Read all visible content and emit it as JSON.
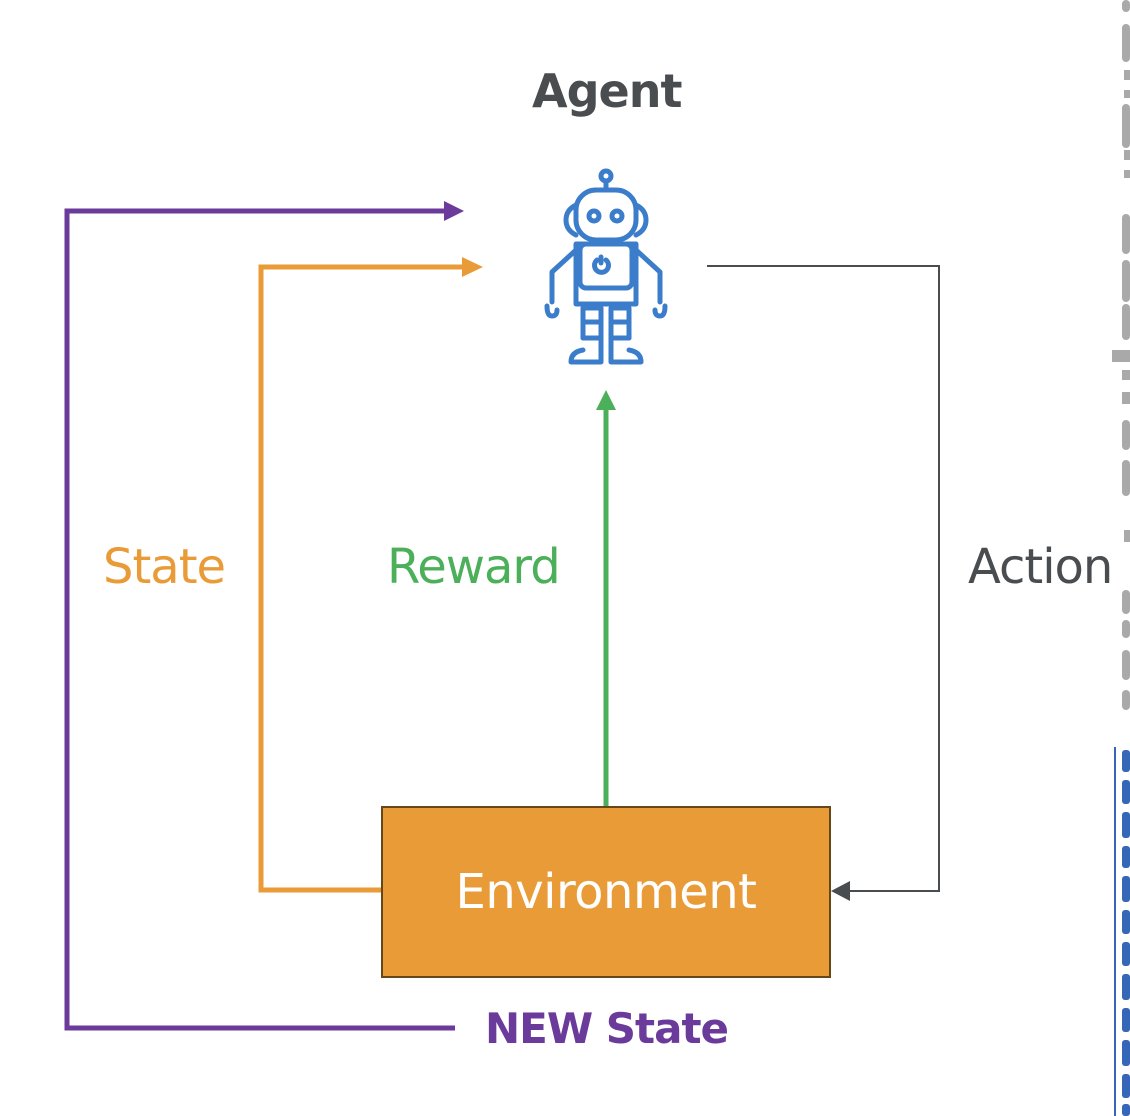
{
  "diagram": {
    "title": "Agent",
    "nodes": {
      "agent": {
        "label": "Agent",
        "icon": "robot-icon",
        "color": "#3b7dcb"
      },
      "environment": {
        "label": "Environment",
        "fill": "#e99b37",
        "border": "#654719",
        "text_color": "#ffffff"
      }
    },
    "edges": [
      {
        "id": "state",
        "label": "State",
        "from": "environment",
        "to": "agent",
        "color": "#e99b37"
      },
      {
        "id": "reward",
        "label": "Reward",
        "from": "environment",
        "to": "agent",
        "color": "#4caf5a"
      },
      {
        "id": "action",
        "label": "Action",
        "from": "agent",
        "to": "environment",
        "color": "#4a4d4f"
      },
      {
        "id": "new_state",
        "label": "NEW State",
        "from": "environment",
        "to": "agent",
        "color": "#6a3b9a"
      }
    ]
  },
  "colors": {
    "text_dark": "#4a4d4f",
    "watermark_gray": "#a9a9a9",
    "watermark_blue": "#3566b8"
  }
}
